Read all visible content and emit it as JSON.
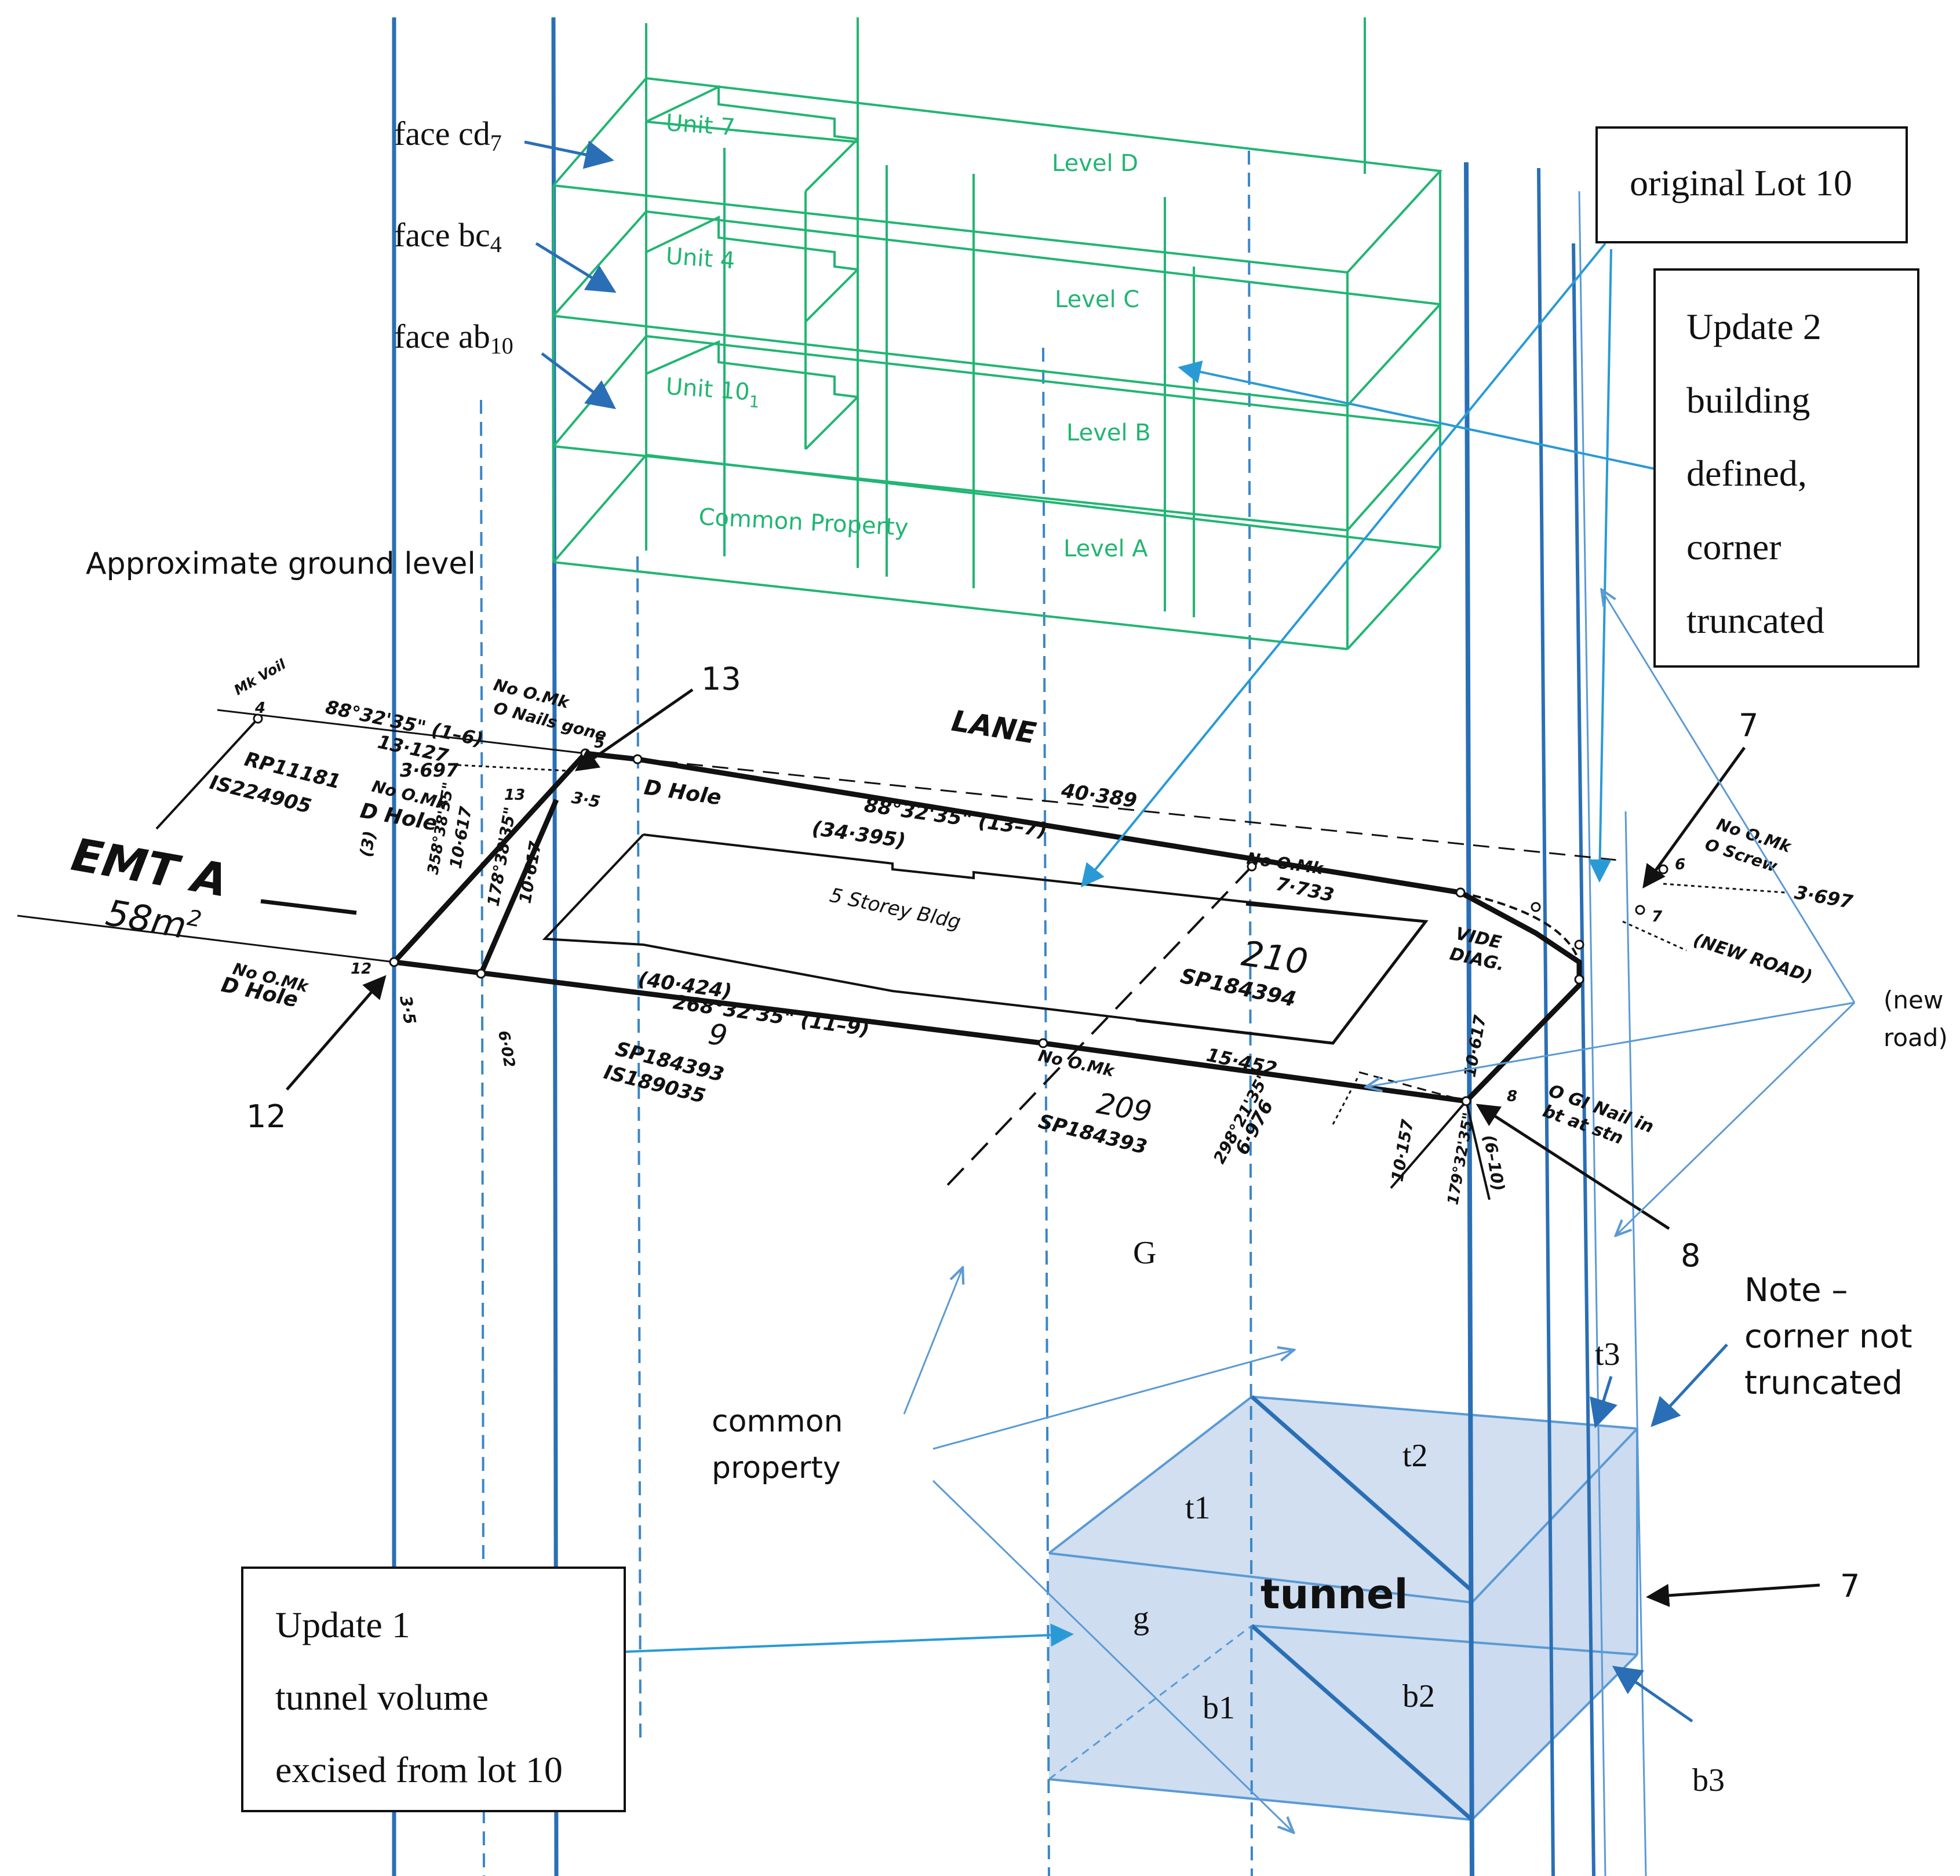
{
  "colors": {
    "green": "#22b573",
    "blue_dark": "#2a6fb5",
    "blue_mid": "#3b86c6",
    "blue_light": "#5b9ad4",
    "tunnel_fill": "#c9d9ee",
    "black": "#111111"
  },
  "building": {
    "labels": {
      "level_d": "Level D",
      "level_c": "Level C",
      "level_b": "Level B",
      "level_a": "Level A",
      "unit_7": "Unit 7",
      "unit_4": "Unit 4",
      "unit_10": "Unit 10",
      "unit_10_sub": "1",
      "common_property": "Common Property"
    }
  },
  "faces": {
    "cd": "face cd",
    "cd_sub": "7",
    "bc": "face bc",
    "bc_sub": "4",
    "ab": "face ab",
    "ab_sub": "10"
  },
  "labels": {
    "ground_level": "Approximate ground level",
    "callout_13": "13",
    "callout_12": "12",
    "callout_7_top": "7",
    "callout_8": "8",
    "callout_7_bottom": "7",
    "new_road_1": "(new",
    "new_road_2": "road)",
    "g_upper": "G",
    "common_property_1": "common",
    "common_property_2": "property",
    "note_1": "Note –",
    "note_2": "corner not",
    "note_3": "truncated",
    "t1": "t1",
    "t2": "t2",
    "t3": "t3",
    "g_lower": "g",
    "tunnel": "tunnel",
    "b1": "b1",
    "b2": "b2",
    "b3": "b3"
  },
  "boxes": {
    "original_lot": "original Lot 10",
    "update2": [
      "Update 2",
      "building",
      "defined,",
      "corner",
      "truncated"
    ],
    "update1": [
      "Update 1",
      "tunnel volume",
      "excised from lot 10"
    ]
  },
  "plan": {
    "lane": "LANE",
    "emt": "EMT A",
    "emt_area": "58m",
    "emt_area_sup": "2",
    "bldg": "5 Storey Bldg",
    "lot_210": "210",
    "sp_210": "SP184394",
    "lot_9": "9",
    "sp_9a": "SP184393",
    "sp_9b": "IS189035",
    "lot_209": "209",
    "sp_209": "SP184393",
    "rp": "RP11181",
    "is_rp": "IS224905",
    "brg_top": "88°32'35\" (13–7)",
    "dist_top": "(34·395)",
    "brg_lane": "88°32'35\" (1–6)",
    "dist_lane": "13·127",
    "lane_dist": "40·389",
    "brg_bottom": "268°32'35\" (11–9)",
    "dist_bottom": "(40·424)",
    "dist_7733": "7·733",
    "dist_15452": "15·452",
    "dist_6976": "6·976",
    "brg_2982135": "298°21'35\"",
    "dist_3697_left": "3·697",
    "dist_3697_right": "3·697",
    "dist_35": "3·5",
    "dist_35b": "3·5",
    "dist_10617_a": "10·617",
    "dist_10617_b": "10·617",
    "dist_10617_c": "10·617",
    "brg_1783835": "178°38'35\"",
    "brg_3583835": "358°38'35\"",
    "brg_1793235": "179°32'35\"",
    "dist_10157": "10·157",
    "dist_602": "6·02",
    "brg_3": "(3)",
    "brg_610": "(6–10)",
    "no_omk_1": "No O.Mk",
    "no_omk_2": "No O.Mk",
    "no_omk_3": "No O.Mk",
    "no_omk_4": "No O.Mk",
    "no_omk_5": "No O.Mk",
    "no_omk_6": "No O.Mk",
    "o_nails": "O Nails gone",
    "dhole_1": "D Hole",
    "dhole_2": "D Hole",
    "dhole_3": "D Hole",
    "o_screw": "O Screw",
    "new_road": "(NEW ROAD)",
    "vide": "VIDE",
    "diag": "DIAG.",
    "o_gi": "O GI Nail in",
    "bt_stn": "bt at stn",
    "mk_voil": "Mk Voil",
    "pt_13": "13",
    "pt_12": "12",
    "pt_8": "8",
    "pt_6": "6",
    "pt_7": "7",
    "pt_5": "5",
    "pt_4": "4"
  }
}
